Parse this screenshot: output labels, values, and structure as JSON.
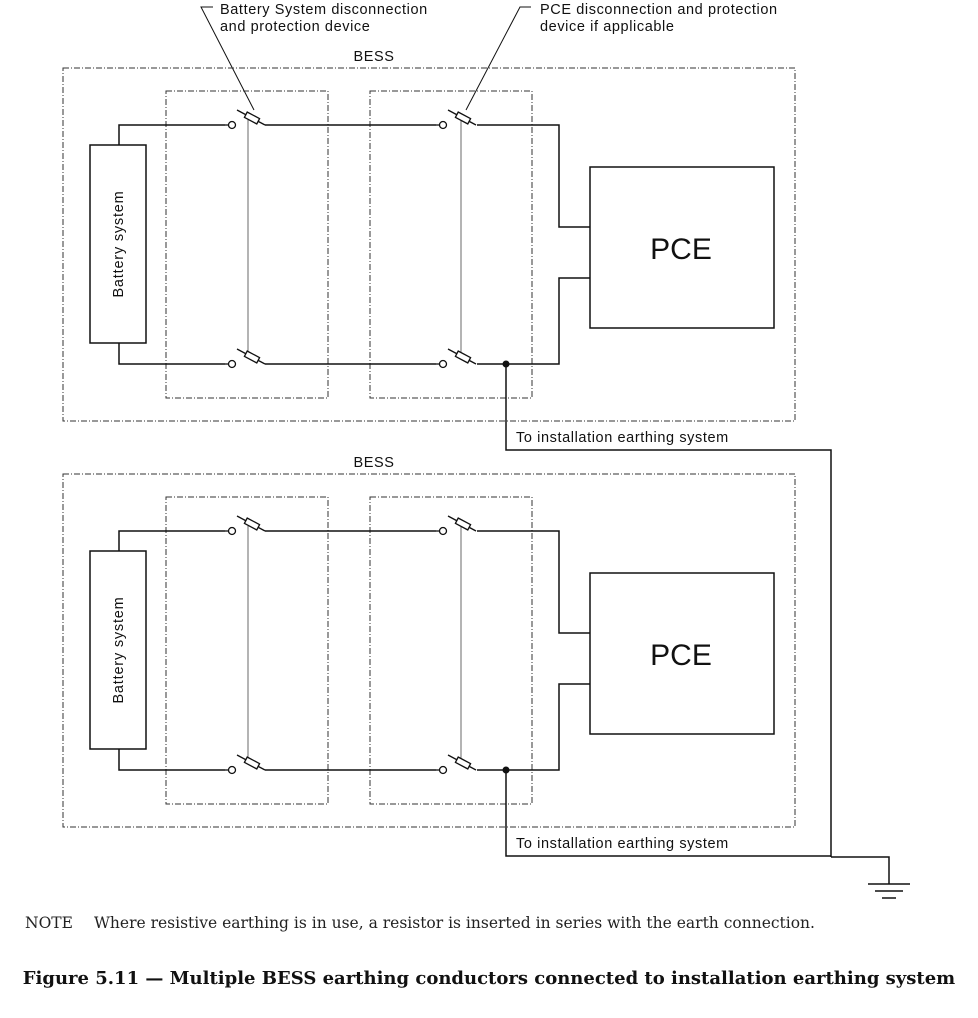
{
  "callouts": {
    "battery_device_line1": "Battery System disconnection",
    "battery_device_line2": "and protection device",
    "pce_device_line1": "PCE disconnection and protection",
    "pce_device_line2": "device if applicable"
  },
  "systems": [
    {
      "bess_label": "BESS",
      "battery_label": "Battery system",
      "pce_label": "PCE",
      "earth_label": "To installation earthing system"
    },
    {
      "bess_label": "BESS",
      "battery_label": "Battery system",
      "pce_label": "PCE",
      "earth_label": "To installation earthing system"
    }
  ],
  "ground_symbol": "earth-ground",
  "note": {
    "tag": "NOTE",
    "text": "Where resistive earthing is in use, a resistor is inserted in series with the earth connection."
  },
  "caption": "Figure 5.11 — Multiple BESS earthing conductors connected to installation earthing system"
}
